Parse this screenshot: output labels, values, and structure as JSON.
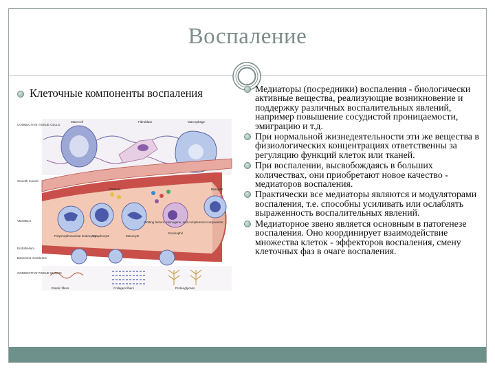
{
  "slide": {
    "title": "Воспаление",
    "left_heading": "Клеточные компоненты воспаления",
    "bullets": [
      "Медиаторы (посредники) воспаления - биологически активные вещества, реализующие возникновение и поддержку различных воспалительных явлений, например повышение сосудистой проницаемости, эмиграцию и т.д.",
      "При нормальной жизнедеятельности эти же вещества в физиологических концентрациях ответственны за регуляцию функций клеток или тканей.",
      "При воспалении, высвобождаясь в больших количествах, они приобретают новое качество - медиаторов воспаления.",
      "Практически все медиаторы являются и модуляторами воспаления, т.е. способны усиливать или ослаблять выраженность воспалительных явлений.",
      "Медиаторное звено является основным в патогенезе воспаления. Оно координирует взаимодействие множества клеток - эффекторов воспаления, смену клеточных фаз в очаге воспаления."
    ]
  },
  "figure": {
    "side_labels": [
      "CONNECTIVE TISSUE CELLS",
      "Smooth muscle",
      "VESSELS",
      "Endothelium",
      "Basement membrane",
      "CONNECTIVE TISSUE MATRIX"
    ],
    "cell_labels": [
      "Mast cell",
      "Fibroblast",
      "Macrophage",
      "Platelets",
      "Polymorphonuclear leukocytes",
      "Lymphocyte",
      "Monocyte",
      "Clotting factors, kininogens, and complement components",
      "Eosinophil",
      "Basophil",
      "Elastic fibers",
      "Collagen fibers",
      "Proteoglycans"
    ]
  },
  "colors": {
    "title": "#7c8d8a",
    "footer": "#6f918b",
    "vessel_wall": "#c9504a",
    "vessel_lumen": "#f3c9b5",
    "cell_fill": "#b8c8ea",
    "nucleus": "#4a5aa8"
  }
}
